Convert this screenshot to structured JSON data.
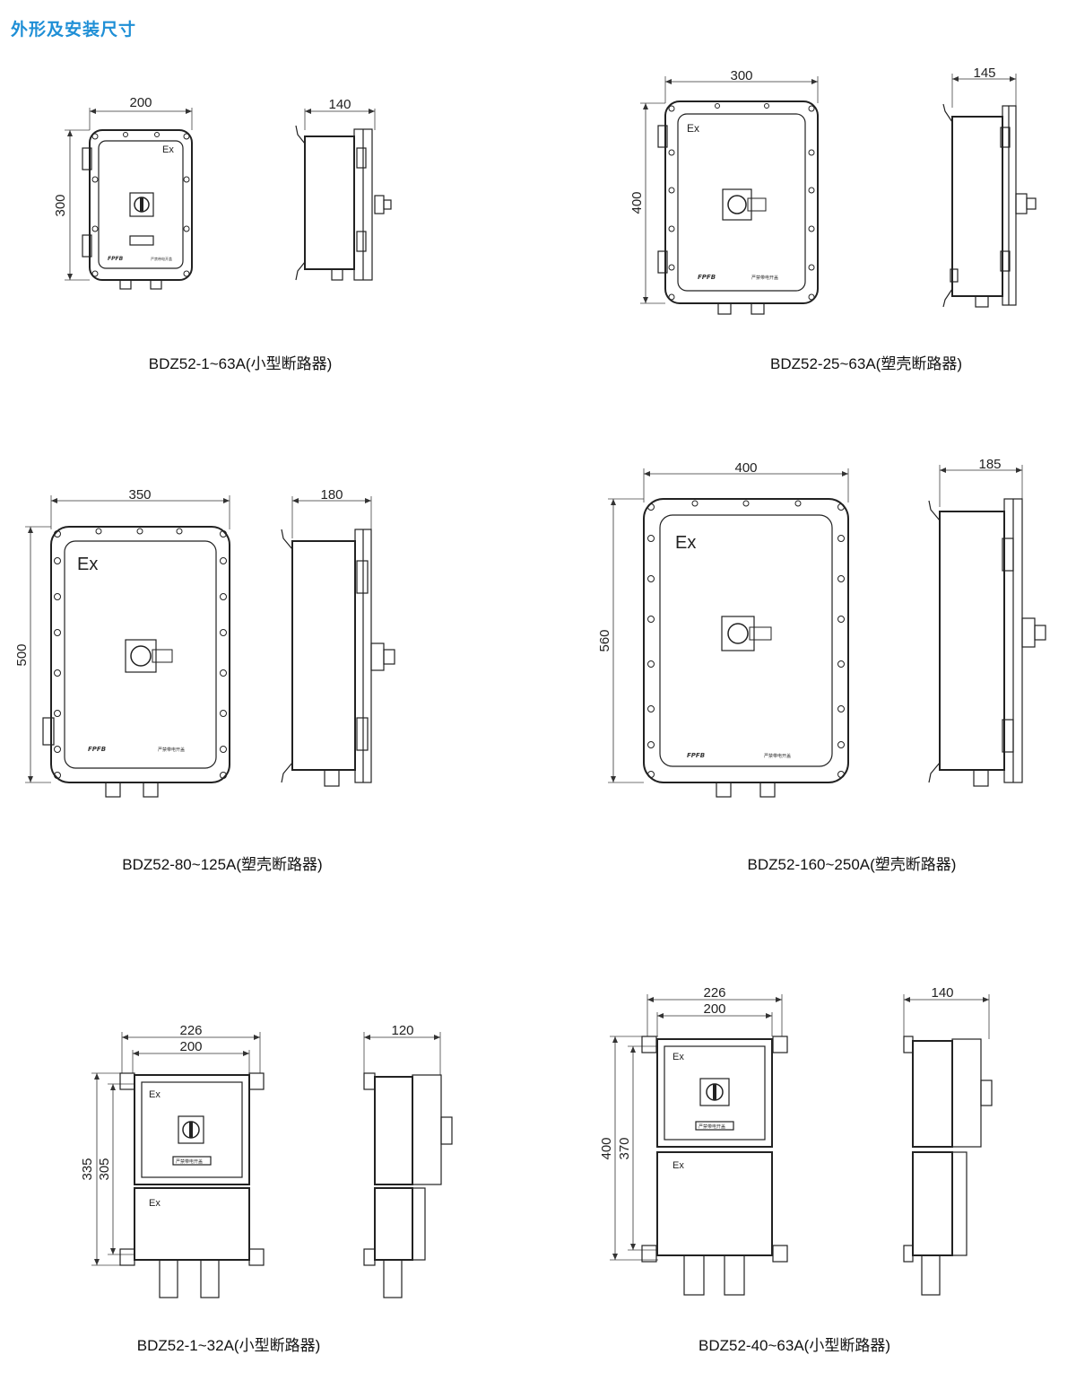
{
  "header": {
    "title": "外形及安装尺寸"
  },
  "brand": {
    "logo": "FPFB",
    "warning": "严禁带电开盖",
    "ex_mark": "Ex"
  },
  "models": [
    {
      "caption": "BDZ52-1~63A(小型断路器)",
      "front_width": "200",
      "front_height": "300",
      "side_depth": "140"
    },
    {
      "caption": "BDZ52-25~63A(塑壳断路器)",
      "front_width": "300",
      "front_height": "400",
      "side_depth": "145"
    },
    {
      "caption": "BDZ52-80~125A(塑壳断路器)",
      "front_width": "350",
      "front_height": "500",
      "side_depth": "180"
    },
    {
      "caption": "BDZ52-160~250A(塑壳断路器)",
      "front_width": "400",
      "front_height": "560",
      "side_depth": "185"
    },
    {
      "caption": "BDZ52-1~32A(小型断路器)",
      "front_width_outer": "226",
      "front_width_inner": "200",
      "front_height_outer": "335",
      "front_height_inner": "305",
      "side_depth": "120"
    },
    {
      "caption": "BDZ52-40~63A(小型断路器)",
      "front_width_outer": "226",
      "front_width_inner": "200",
      "front_height_outer": "400",
      "front_height_inner": "370",
      "side_depth": "140"
    }
  ]
}
